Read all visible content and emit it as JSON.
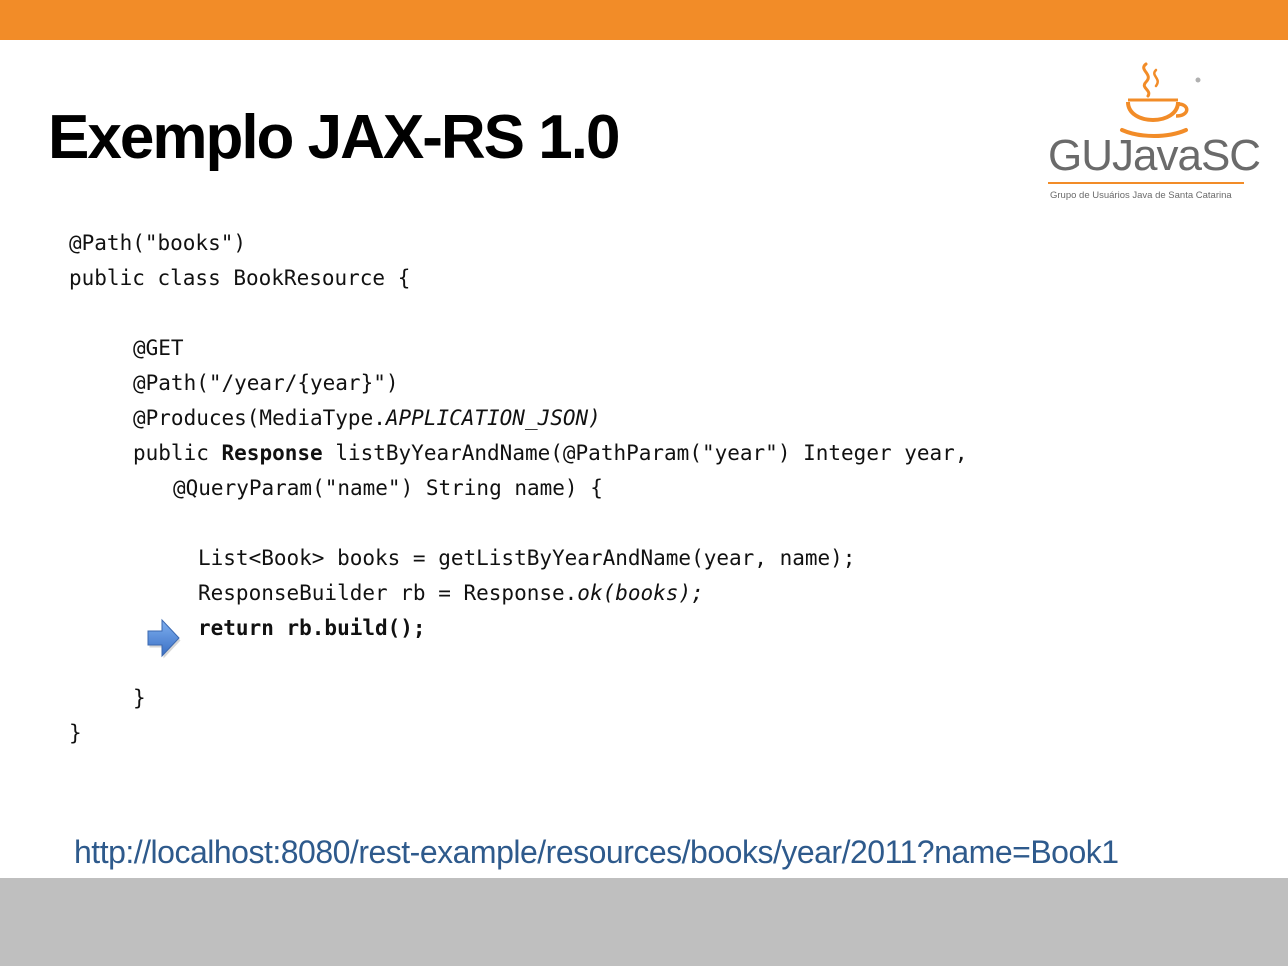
{
  "slide": {
    "title": "Exemplo JAX-RS 1.0",
    "url": "http://localhost:8080/rest-example/resources/books/year/2011?name=Book1"
  },
  "logo": {
    "name": "GUJavaSC",
    "tagline": "Grupo de Usuários Java de Santa Catarina",
    "icon": "coffee-cup-icon"
  },
  "code": {
    "l1": "@Path(\"books\")",
    "l2": "public class BookResource {",
    "l3": "@GET",
    "l4": "@Path(\"/year/{year}\")",
    "l5a": "@Produces(MediaType.",
    "l5b": "APPLICATION_JSON)",
    "l6a": "public ",
    "l6b": "Response",
    "l6c": " listByYearAndName(@PathParam(\"year\") Integer year,",
    "l7": "@QueryParam(\"name\") String name) {",
    "l8": "List<Book> books = getListByYearAndName(year, name);",
    "l9a": "ResponseBuilder rb = Response.",
    "l9b": "ok(books);",
    "l10": "return rb.build();",
    "l11": "}",
    "l12": "}"
  },
  "colors": {
    "accent": "#f28c28",
    "footer": "#bfbfbf",
    "url": "#2e5a8c",
    "arrow": "#4a7fd0"
  },
  "icons": {
    "arrow": "right-arrow-icon"
  }
}
